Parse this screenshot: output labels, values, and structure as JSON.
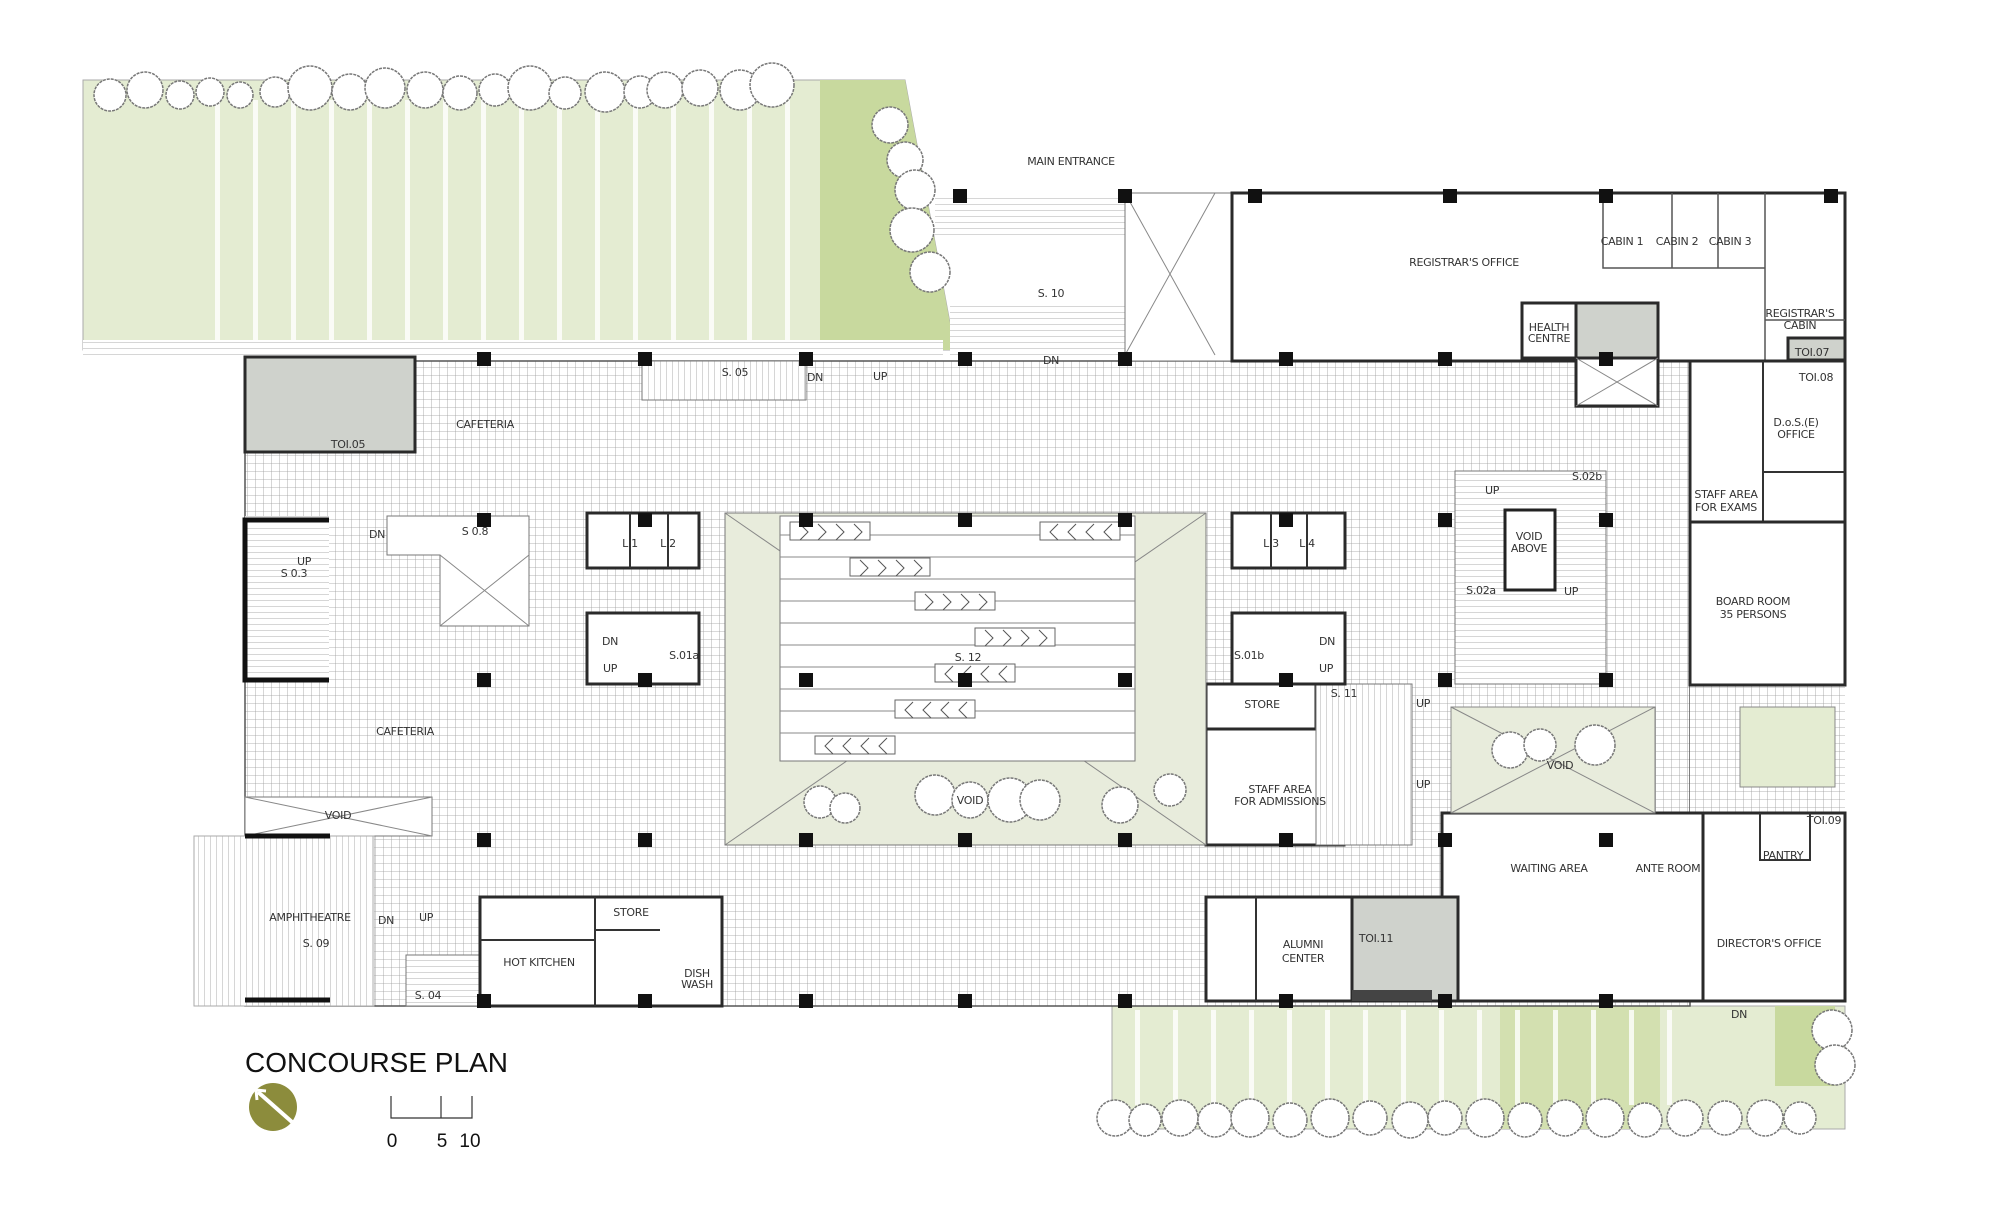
{
  "title": "CONCOURSE PLAN",
  "scale_bar": {
    "ticks": [
      "0",
      "5",
      "10"
    ]
  },
  "north_arrow": {
    "icon": "north-arrow-icon",
    "color": "#8c8c3c"
  },
  "colors": {
    "lawn": "#c8d99e",
    "lawn_light": "#e4ecd2",
    "void": "#e8ecdc",
    "wet_area": "#cfd2cc",
    "column": "#111111"
  },
  "labels": {
    "main_entrance": "MAIN ENTRANCE",
    "s10": "S. 10",
    "s10_dn": "DN",
    "registrars_office": "REGISTRAR'S OFFICE",
    "cabin1": "CABIN 1",
    "cabin2": "CABIN 2",
    "cabin3": "CABIN 3",
    "health_1": "HEALTH",
    "health_2": "CENTRE",
    "reg_cabin_1": "REGISTRAR'S",
    "reg_cabin_2": "CABIN",
    "toi07": "TOI.07",
    "toi08": "TOI.08",
    "dos_1": "D.o.S.(E)",
    "dos_2": "OFFICE",
    "exams_1": "STAFF  AREA",
    "exams_2": "FOR EXAMS",
    "s02b": "S.02b",
    "s02b_up": "UP",
    "void_above_1": "VOID",
    "void_above_2": "ABOVE",
    "s02a": "S.02a",
    "s02a_up": "UP",
    "board_1": "BOARD ROOM",
    "board_2": "35 PERSONS",
    "l3": "L 3",
    "l4": "L 4",
    "s01b_dn": "DN",
    "s01b": "S.01b",
    "s01b_up": "UP",
    "store_r": "STORE",
    "s11": "S. 11",
    "s11_up1": "UP",
    "s11_up2": "UP",
    "admissions_1": "STAFF AREA",
    "admissions_2": "FOR ADMISSIONS",
    "void_r": "VOID",
    "toi09": "TOI.09",
    "pantry": "PANTRY",
    "waiting": "WAITING AREA",
    "ante": "ANTE ROOM",
    "director": "DIRECTOR'S OFFICE",
    "alumni_1": "ALUMNI",
    "alumni_2": "CENTER",
    "toi11": "TOI.11",
    "dn_bottom": "DN",
    "void_c": "VOID",
    "s12": "S. 12",
    "l1": "L 1",
    "l2": "L 2",
    "s01a_dn": "DN",
    "s01a": "S.01a",
    "s01a_up": "UP",
    "s08": "S 0.8",
    "s08_dn": "DN",
    "s03_up": "UP",
    "s03": "S 0.3",
    "cafeteria_top": "CAFETERIA",
    "toi05": "TOI.05",
    "s05": "S. 05",
    "s05_dn": "DN",
    "s05_up": "UP",
    "cafeteria": "CAFETERIA",
    "void_l": "VOID",
    "amphitheatre": "AMPHITHEATRE",
    "s09": "S. 09",
    "amph_dn": "DN",
    "s04_up": "UP",
    "s04": "S. 04",
    "hot_kitchen": "HOT KITCHEN",
    "store_k": "STORE",
    "dish_1": "DISH",
    "dish_2": "WASH"
  }
}
